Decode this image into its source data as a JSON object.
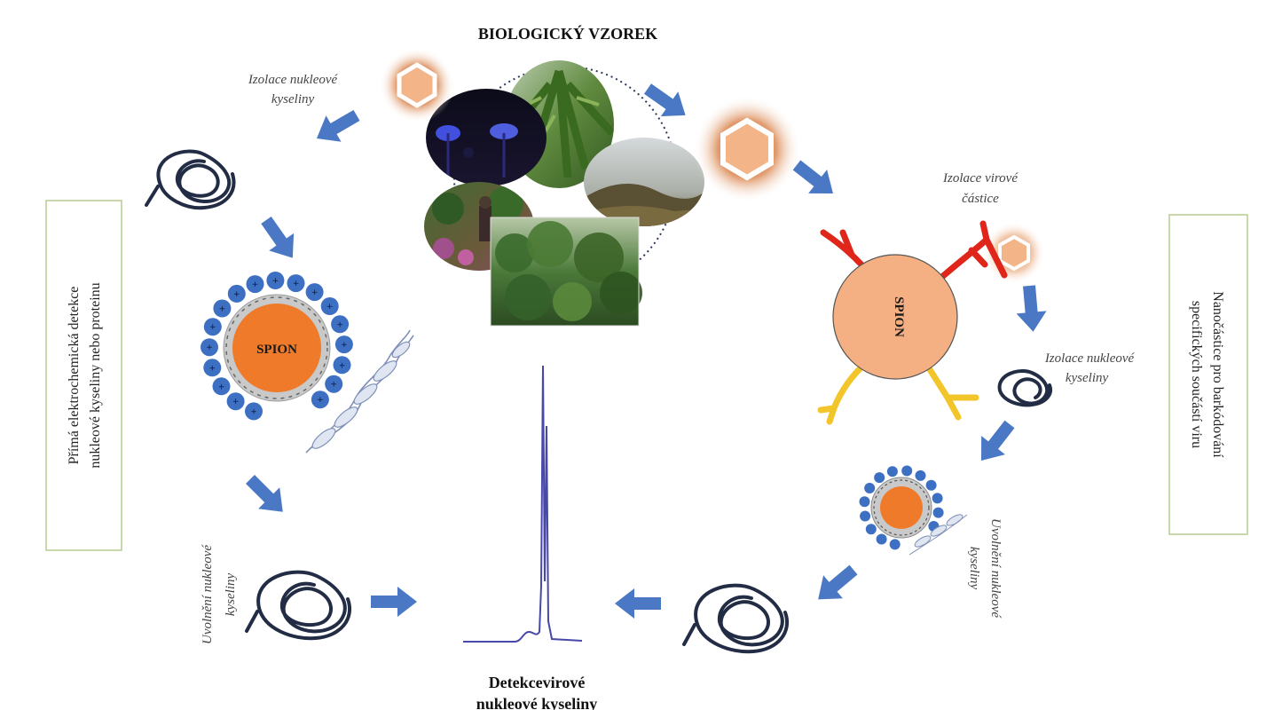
{
  "top_title": "BIOLOGICKÝ VZOREK",
  "labels": {
    "isolation_nucleic_left_line1": "Izolace nukleové",
    "isolation_nucleic_left_line2": "kyseliny",
    "isolation_virus_line1": "Izolace virové",
    "isolation_virus_line2": "částice",
    "isolation_nucleic_right_line1": "Izolace nukleové",
    "isolation_nucleic_right_line2": "kyseliny",
    "release_left_line1": "Uvolnění nukleové",
    "release_left_line2": "kyseliny",
    "release_right_line1": "Uvolnění nukleové",
    "release_right_line2": "kyseliny",
    "spion": "SPION",
    "detection_line1": "Detekcevirové",
    "detection_line2": "nukleové kyseliny"
  },
  "side_boxes": {
    "left_line1": "Přímá elektrochemická detekce",
    "left_line2": "nukleové kyseliny nebo proteinu",
    "right_line1": "Nanočástice pro barkódování",
    "right_line2": "specifických součástí viru"
  },
  "colors": {
    "arrow": "#4a78c4",
    "spion_orange": "#ee7a2a",
    "spion_peach": "#f4b083",
    "bead_blue": "#3d6fc2",
    "coil": "#222c44",
    "box_border": "#b9cf94",
    "peak_line": "#4848a8",
    "antibody_red": "#e0251b",
    "antibody_yellow": "#f2c52a"
  }
}
